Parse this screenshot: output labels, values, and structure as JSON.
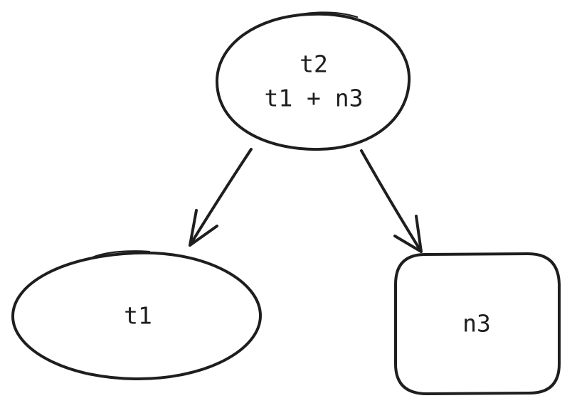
{
  "colors": {
    "stroke": "#1e1e1e",
    "text": "#1e1e1e",
    "background": "#ffffff"
  },
  "nodes": {
    "root": {
      "shape": "ellipse",
      "line1": "t2",
      "line2": "t1 + n3"
    },
    "left": {
      "shape": "ellipse",
      "label": "t1"
    },
    "right": {
      "shape": "rounded-rectangle",
      "label": "n3"
    }
  },
  "edges": [
    {
      "from": "root",
      "to": "left"
    },
    {
      "from": "root",
      "to": "right"
    }
  ]
}
